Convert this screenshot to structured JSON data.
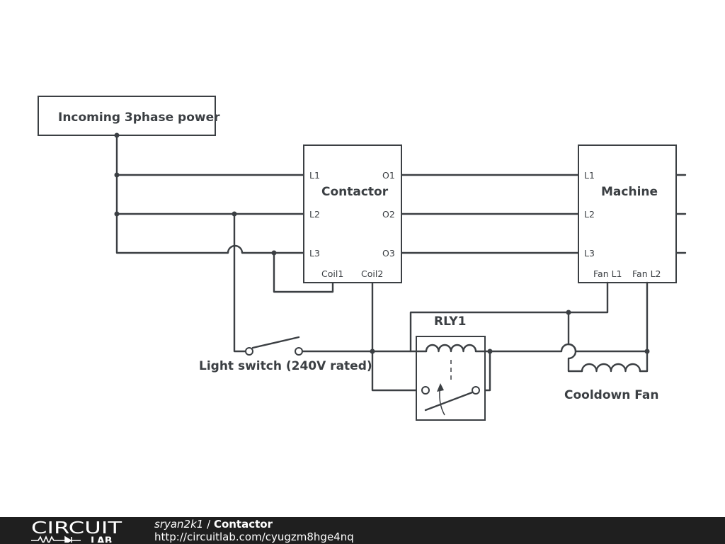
{
  "diagram": {
    "power_label": "Incoming 3phase power",
    "contactor": {
      "name": "Contactor",
      "pins": {
        "l1": "L1",
        "l2": "L2",
        "l3": "L3",
        "o1": "O1",
        "o2": "O2",
        "o3": "O3",
        "coil1": "Coil1",
        "coil2": "Coil2"
      }
    },
    "machine": {
      "name": "Machine",
      "pins": {
        "l1": "L1",
        "l2": "L2",
        "l3": "L3",
        "fan_l1": "Fan L1",
        "fan_l2": "Fan L2"
      }
    },
    "relay_label": "RLY1",
    "switch_label": "Light switch (240V rated)",
    "fan_label": "Cooldown Fan"
  },
  "footer": {
    "logo_top": "CIRCUIT",
    "logo_bottom": "LAB",
    "author": "sryan2k1",
    "separator": " / ",
    "title": "Contactor",
    "url": "http://circuitlab.com/cyugzm8hge4nq"
  }
}
